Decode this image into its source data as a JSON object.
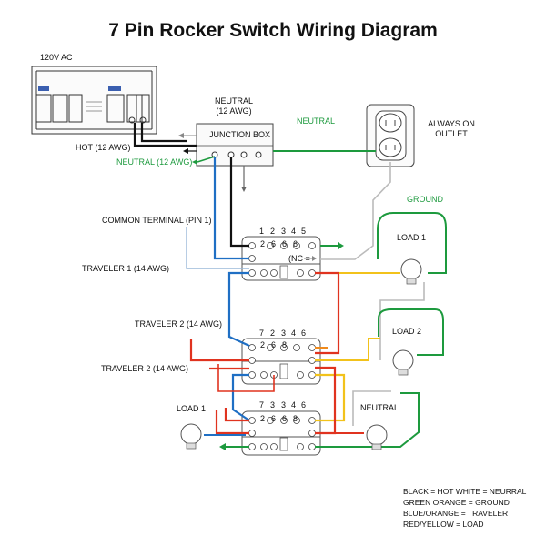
{
  "title": "7 Pin Rocker Switch Wiring Diagram",
  "labels": {
    "ac_source": "120V AC",
    "neutral_top": "NEUTRAL",
    "neutral_top_gauge": "(12 AWG)",
    "junction_box": "JUNCTION BOX",
    "neutral_green": "NEUTRAL",
    "always_on": "ALWAYS ON",
    "outlet": "OUTLET",
    "hot_12": "HOT (12 AWG)",
    "neutral_12": "NEUTRAL (12 AWG)",
    "ground": "GROUND",
    "common_terminal": "COMMON TERMINAL (PIN 1)",
    "traveler_1": "TRAVELER 1 (14 AWG)",
    "traveler_2a": "TRAVELER 2 (14 AWG)",
    "traveler_2b": "TRAVELER 2 (14 AWG)",
    "load_1_right": "LOAD 1",
    "load_2": "LOAD 2",
    "load_1_left": "LOAD 1",
    "neutral_bottom": "NEUTRAL",
    "nc": "(NC ="
  },
  "switches": [
    {
      "top_pins": [
        "1",
        "2",
        "3",
        "4",
        "5"
      ],
      "mid_pins": [
        "2",
        "6",
        "6",
        "6"
      ]
    },
    {
      "top_pins": [
        "7",
        "2",
        "3",
        "4",
        "6"
      ],
      "mid_pins": [
        "2",
        "6",
        "8"
      ]
    },
    {
      "top_pins": [
        "7",
        "3",
        "3",
        "4",
        "6"
      ],
      "mid_pins": [
        "2",
        "6",
        "6",
        "8"
      ]
    }
  ],
  "legend": [
    "BLACK = HOT    WHITE = NEURRAL",
    "GREEN ORANGE = GROUND",
    "BLUE/ORANGE = TRAVELER",
    "RED/YELLOW = LOAD"
  ],
  "colors": {
    "hot": "#111111",
    "neutral": "#bbbbbb",
    "ground": "#1d9a3e",
    "traveler": "#1f6fc4",
    "load_red": "#e0331f",
    "load_yellow": "#f2c21b",
    "orange": "#ef8a1c"
  }
}
